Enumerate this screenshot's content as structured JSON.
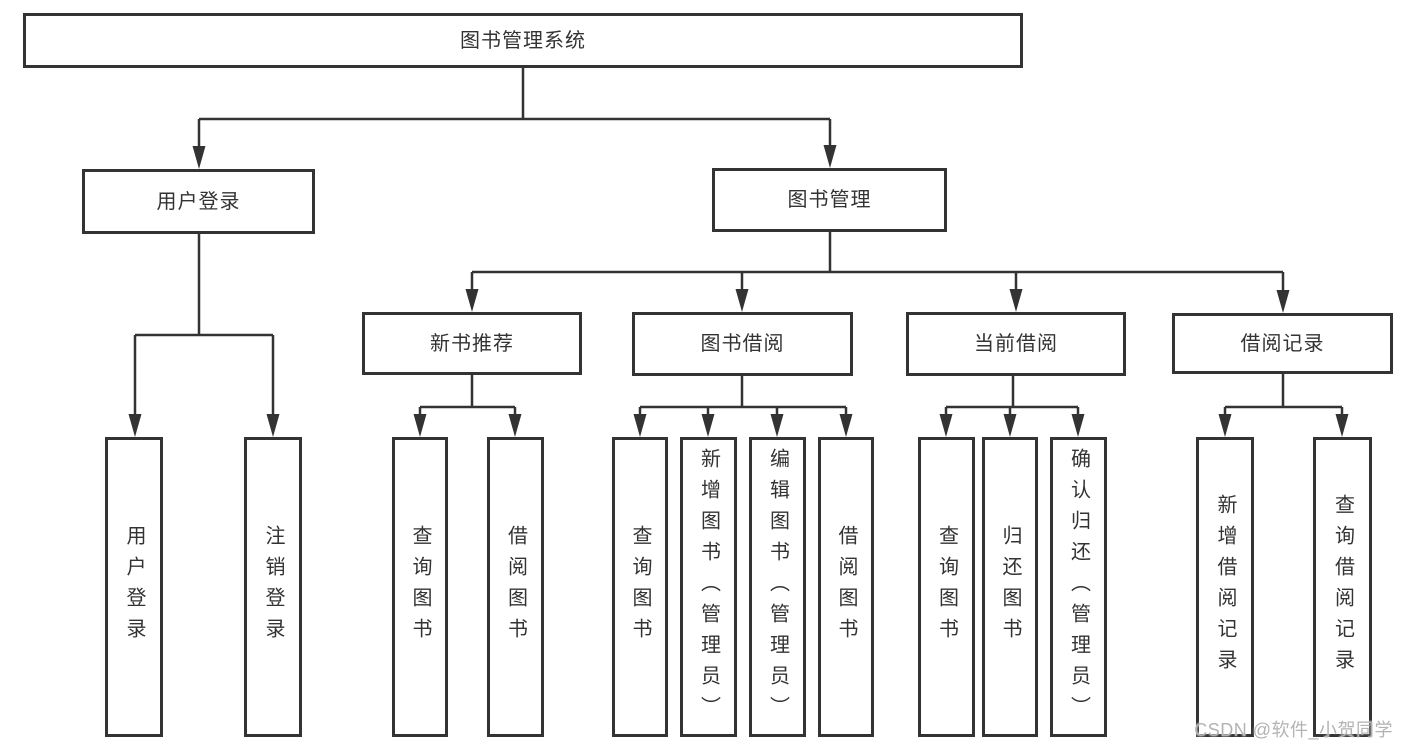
{
  "diagram_title": "图书管理系统",
  "tree": {
    "root": {
      "label": "图书管理系统"
    },
    "level2": [
      {
        "label": "用户登录"
      },
      {
        "label": "图书管理"
      }
    ],
    "level3": [
      {
        "label": "新书推荐"
      },
      {
        "label": "图书借阅"
      },
      {
        "label": "当前借阅"
      },
      {
        "label": "借阅记录"
      }
    ],
    "leaves": [
      {
        "label": "用户登录",
        "parent": "用户登录"
      },
      {
        "label": "注销登录",
        "parent": "用户登录"
      },
      {
        "label": "查询图书",
        "parent": "新书推荐"
      },
      {
        "label": "借阅图书",
        "parent": "新书推荐"
      },
      {
        "label": "查询图书",
        "parent": "图书借阅"
      },
      {
        "label": "新增图书（管理员）",
        "parent": "图书借阅"
      },
      {
        "label": "编辑图书（管理员）",
        "parent": "图书借阅"
      },
      {
        "label": "借阅图书",
        "parent": "图书借阅"
      },
      {
        "label": "查询图书",
        "parent": "当前借阅"
      },
      {
        "label": "归还图书",
        "parent": "当前借阅"
      },
      {
        "label": "确认归还（管理员）",
        "parent": "当前借阅"
      },
      {
        "label": "新增借阅记录",
        "parent": "借阅记录"
      },
      {
        "label": "查询借阅记录",
        "parent": "借阅记录"
      }
    ]
  },
  "watermark": {
    "text": "CSDN @软件_小贺同学"
  },
  "colors": {
    "line": "#333333",
    "box_border": "#333333",
    "background": "#ffffff",
    "watermark": "#b3b3b3"
  }
}
